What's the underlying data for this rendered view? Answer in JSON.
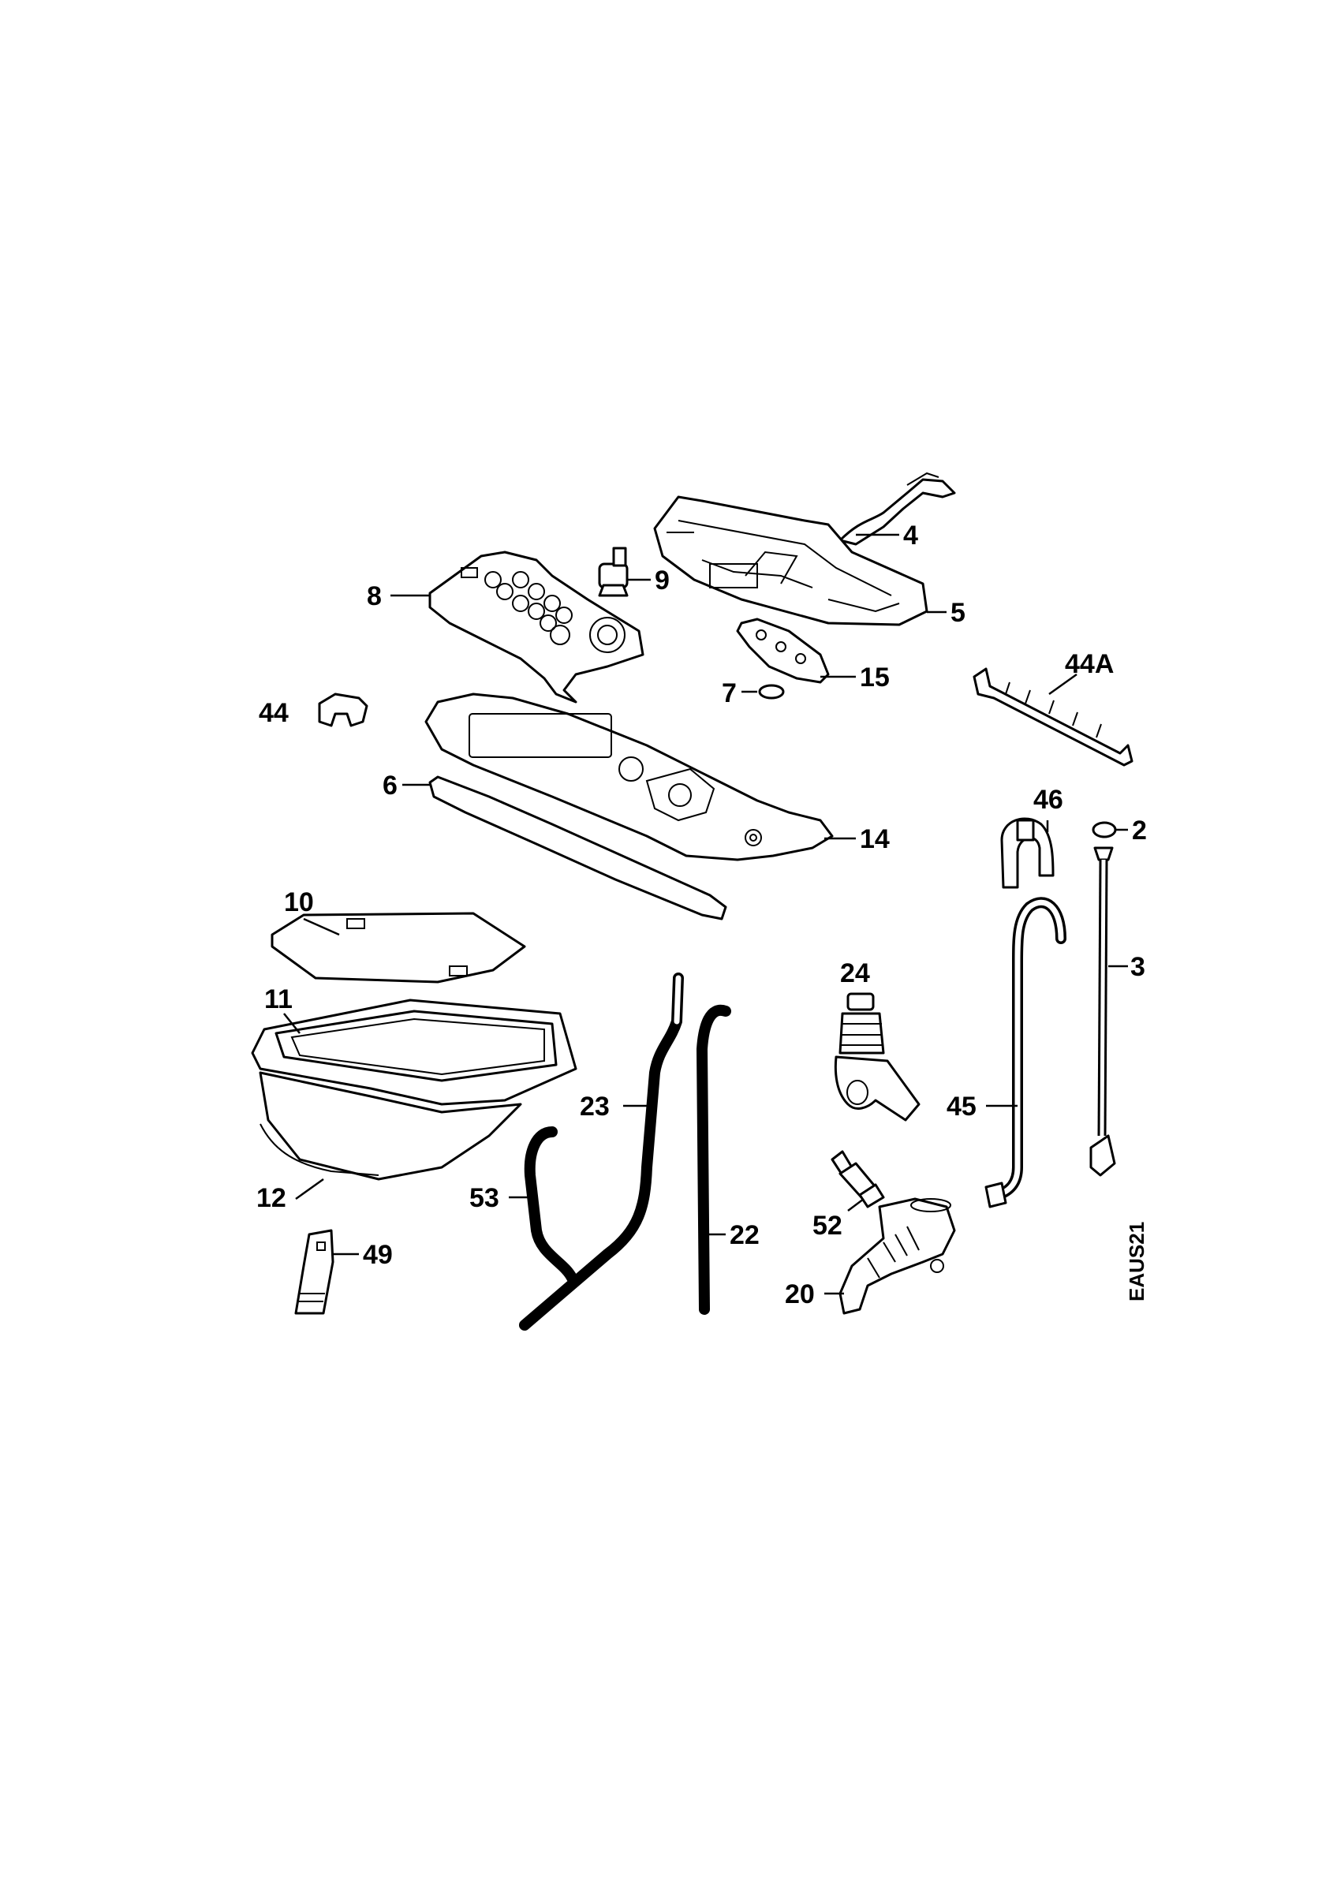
{
  "diagram": {
    "code": "EAUS21",
    "callouts": {
      "c4": "4",
      "c5": "5",
      "c9": "9",
      "c8": "8",
      "c7": "7",
      "c15": "15",
      "c44a": "44A",
      "c44": "44",
      "c6": "6",
      "c14": "14",
      "c46": "46",
      "c2": "2",
      "c3": "3",
      "c10": "10",
      "c11": "11",
      "c12": "12",
      "c24": "24",
      "c23": "23",
      "c22": "22",
      "c45": "45",
      "c53": "53",
      "c52": "52",
      "c49": "49",
      "c20": "20"
    }
  }
}
